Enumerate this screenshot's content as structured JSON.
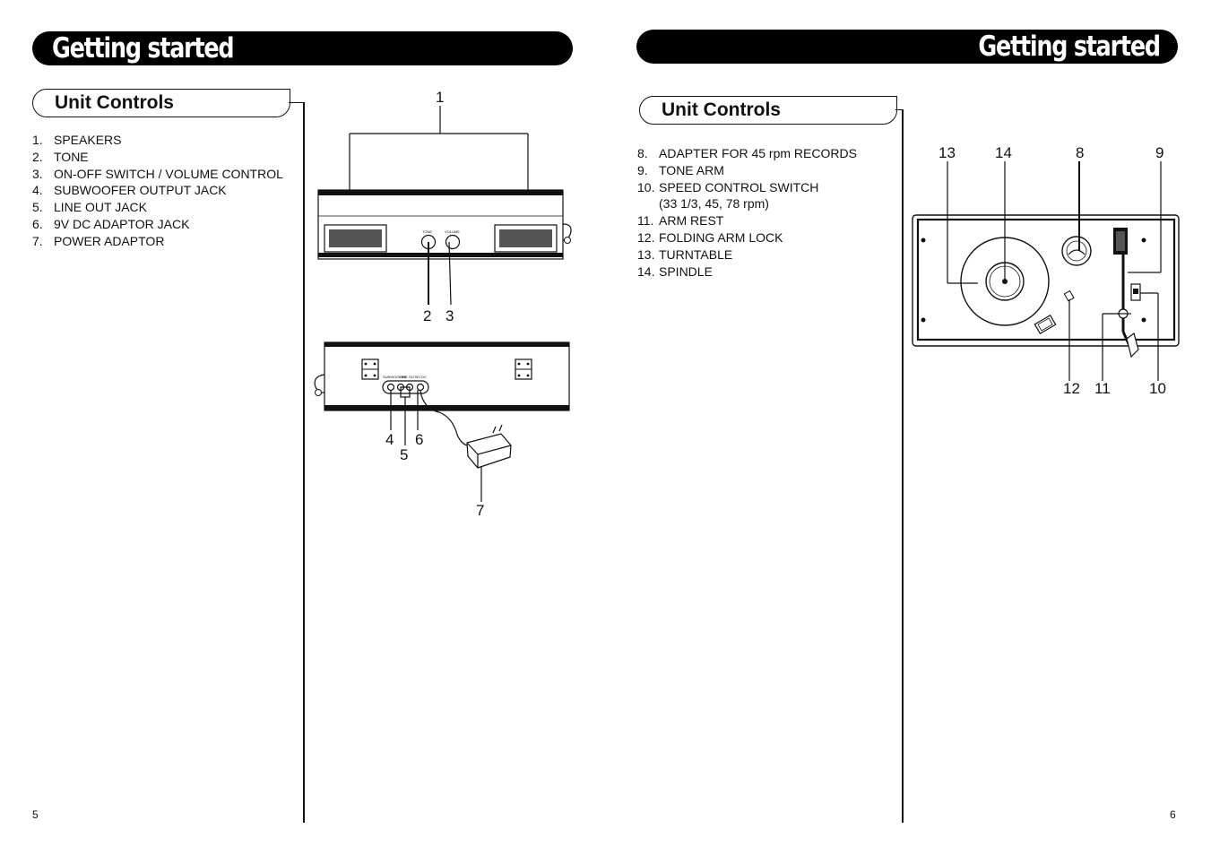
{
  "left_page": {
    "banner_title": "Getting started",
    "section_title": "Unit Controls",
    "items": [
      {
        "num": "1.",
        "label": "SPEAKERS"
      },
      {
        "num": "2.",
        "label": "TONE"
      },
      {
        "num": "3.",
        "label": "ON-OFF SWITCH / VOLUME CONTROL"
      },
      {
        "num": "4.",
        "label": "SUBWOOFER OUTPUT JACK"
      },
      {
        "num": "5.",
        "label": "LINE OUT JACK"
      },
      {
        "num": "6.",
        "label": "9V DC ADAPTOR JACK"
      },
      {
        "num": "7.",
        "label": "POWER ADAPTOR"
      }
    ],
    "page_number": "5",
    "front_diagram": {
      "callouts": [
        "1",
        "2",
        "3"
      ],
      "knob_labels": [
        "TONE",
        "VOLUME"
      ]
    },
    "rear_diagram": {
      "callouts": [
        "4",
        "5",
        "6",
        "7"
      ],
      "jack_labels": [
        "SUBWOOFER",
        "LINE OUT",
        "9V DC"
      ]
    }
  },
  "right_page": {
    "banner_title": "Getting started",
    "section_title": "Unit Controls",
    "items": [
      {
        "num": "8.",
        "label": "ADAPTER FOR 45 rpm RECORDS"
      },
      {
        "num": "9.",
        "label": "TONE ARM"
      },
      {
        "num": "10.",
        "label": "SPEED CONTROL SWITCH",
        "sub": "(33 1/3, 45, 78 rpm)"
      },
      {
        "num": "11.",
        "label": "ARM REST"
      },
      {
        "num": "12.",
        "label": "FOLDING ARM LOCK"
      },
      {
        "num": "13.",
        "label": "TURNTABLE"
      },
      {
        "num": "14.",
        "label": "SPINDLE"
      }
    ],
    "page_number": "6",
    "top_diagram": {
      "callouts_top": [
        "13",
        "14",
        "8",
        "9"
      ],
      "callouts_bottom": [
        "12",
        "11",
        "10"
      ]
    }
  }
}
